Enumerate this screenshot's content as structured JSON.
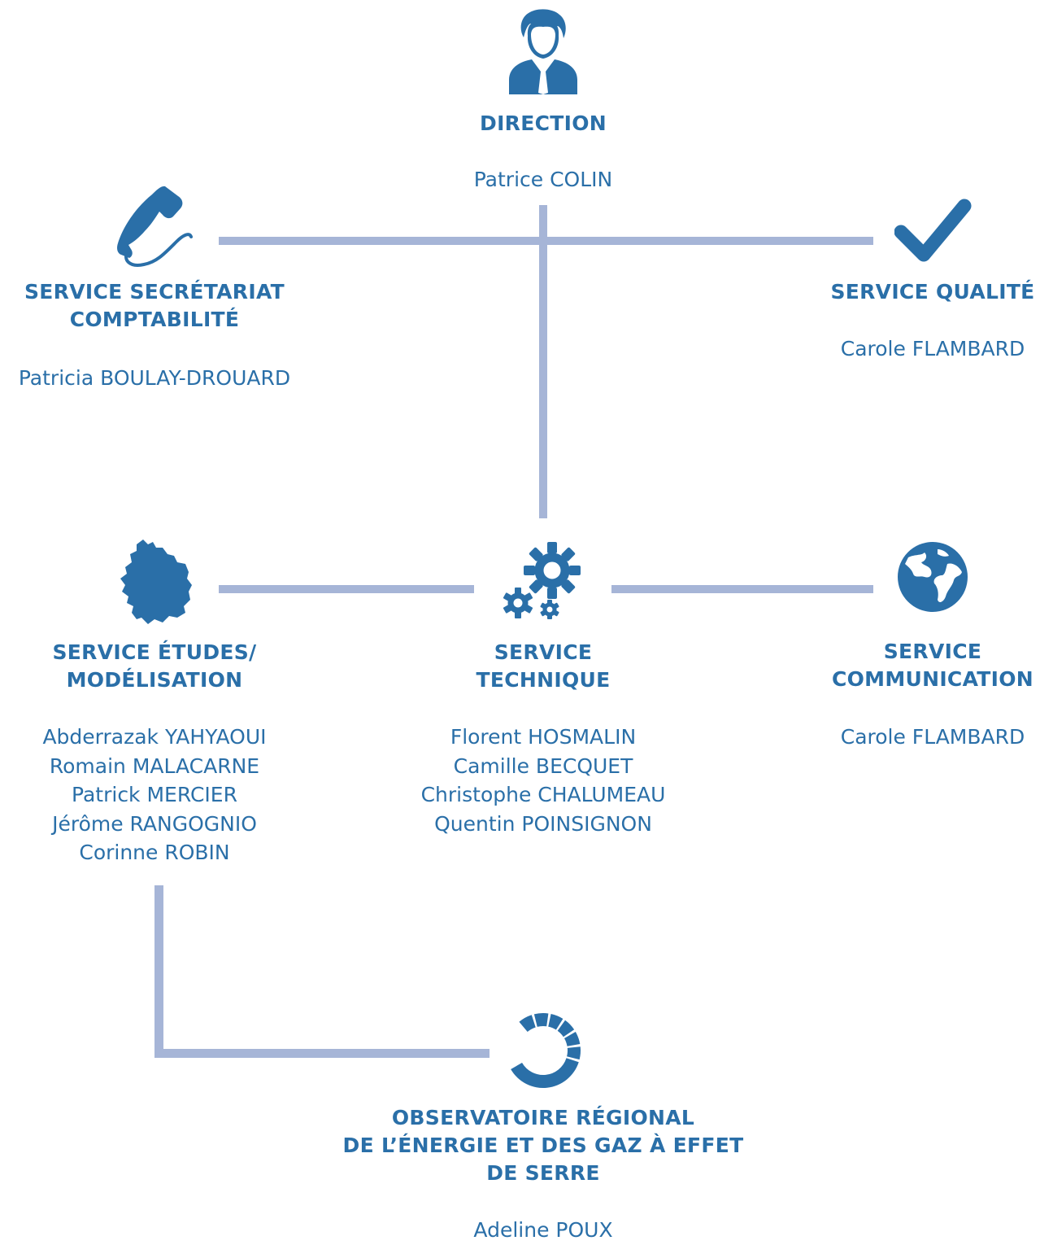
{
  "colors": {
    "primary": "#2a6fa8",
    "connector": "#a6b5d7"
  },
  "direction": {
    "icon": "businessman-icon",
    "title": "DIRECTION",
    "members": [
      "Patrice COLIN"
    ]
  },
  "secretariat": {
    "icon": "telephone-icon",
    "title_lines": [
      "SERVICE SECRÉTARIAT",
      "COMPTABILITÉ"
    ],
    "members": [
      "Patricia BOULAY-DROUARD"
    ]
  },
  "qualite": {
    "icon": "checkmark-icon",
    "title_lines": [
      "SERVICE QUALITÉ"
    ],
    "members": [
      "Carole FLAMBARD"
    ]
  },
  "etudes": {
    "icon": "region-map-icon",
    "title_lines": [
      "SERVICE ÉTUDES/",
      "MODÉLISATION"
    ],
    "members": [
      "Abderrazak YAHYAOUI",
      "Romain MALACARNE",
      "Patrick MERCIER",
      "Jérôme RANGOGNIO",
      "Corinne ROBIN"
    ]
  },
  "technique": {
    "icon": "gears-icon",
    "title_lines": [
      "SERVICE",
      "TECHNIQUE"
    ],
    "members": [
      "Florent HOSMALIN",
      "Camille BECQUET",
      "Christophe CHALUMEAU",
      "Quentin POINSIGNON"
    ]
  },
  "communication": {
    "icon": "globe-icon",
    "title_lines": [
      "SERVICE",
      "COMMUNICATION"
    ],
    "members": [
      "Carole FLAMBARD"
    ]
  },
  "observatoire": {
    "icon": "segmented-ring-icon",
    "title_lines": [
      "OBSERVATOIRE RÉGIONAL",
      "DE L’ÉNERGIE ET DES GAZ À EFFET",
      "DE SERRE"
    ],
    "members": [
      "Adeline POUX"
    ]
  }
}
